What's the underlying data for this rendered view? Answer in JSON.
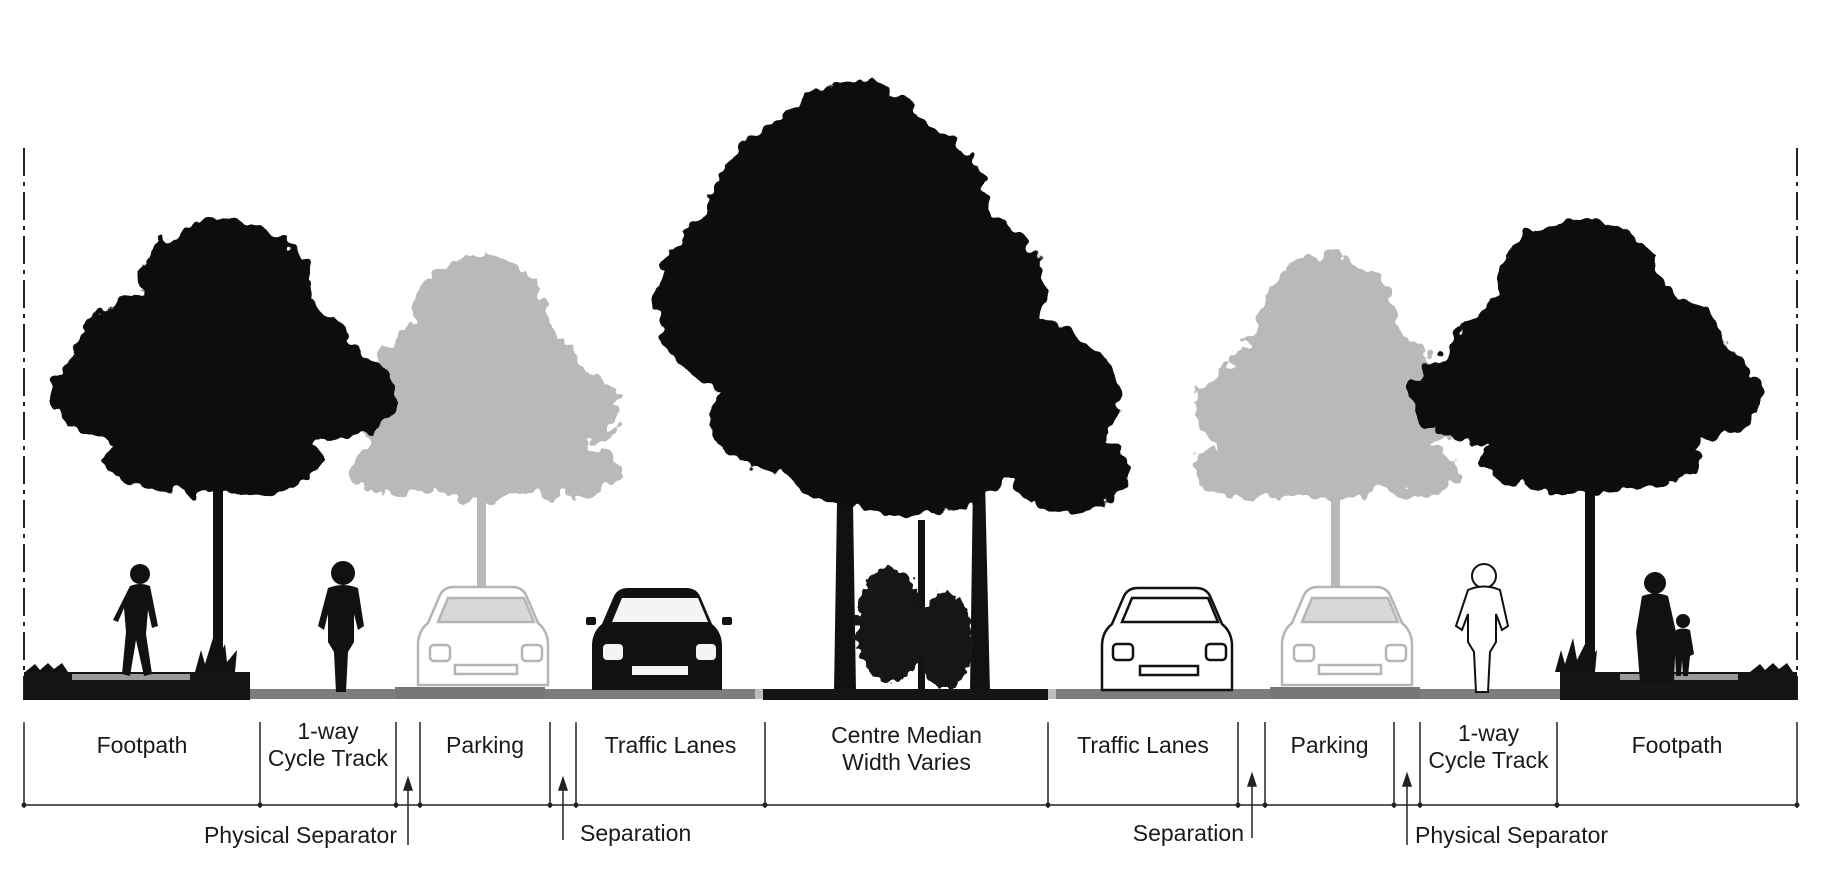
{
  "colors": {
    "foreground": "#111111",
    "faded": "#b8b8b8",
    "road": "#7d7d7d",
    "median": "#151515",
    "line": "#222222"
  },
  "zones": [
    {
      "id": "footpath-left",
      "lines": [
        "Footpath"
      ]
    },
    {
      "id": "cycle-track-left",
      "lines": [
        "1-way",
        "Cycle Track"
      ]
    },
    {
      "id": "parking-left",
      "lines": [
        "Parking"
      ]
    },
    {
      "id": "traffic-lanes-left",
      "lines": [
        "Traffic Lanes"
      ]
    },
    {
      "id": "centre-median",
      "lines": [
        "Centre Median",
        "Width Varies"
      ]
    },
    {
      "id": "traffic-lanes-right",
      "lines": [
        "Traffic Lanes"
      ]
    },
    {
      "id": "parking-right",
      "lines": [
        "Parking"
      ]
    },
    {
      "id": "cycle-track-right",
      "lines": [
        "1-way",
        "Cycle Track"
      ]
    },
    {
      "id": "footpath-right",
      "lines": [
        "Footpath"
      ]
    }
  ],
  "annotations": [
    {
      "id": "physical-separator-left",
      "text": "Physical Separator"
    },
    {
      "id": "separation-left",
      "text": "Separation"
    },
    {
      "id": "separation-right",
      "text": "Separation"
    },
    {
      "id": "physical-separator-right",
      "text": "Physical Separator"
    }
  ],
  "icons": [
    "tree-icon",
    "faded-tree-icon",
    "median-tree-icon",
    "shrub-icon",
    "car-icon",
    "faded-car-icon",
    "outline-car-icon",
    "runner-icon",
    "cyclist-icon",
    "outline-cyclist-icon",
    "parent-child-icon",
    "grass-icon"
  ]
}
